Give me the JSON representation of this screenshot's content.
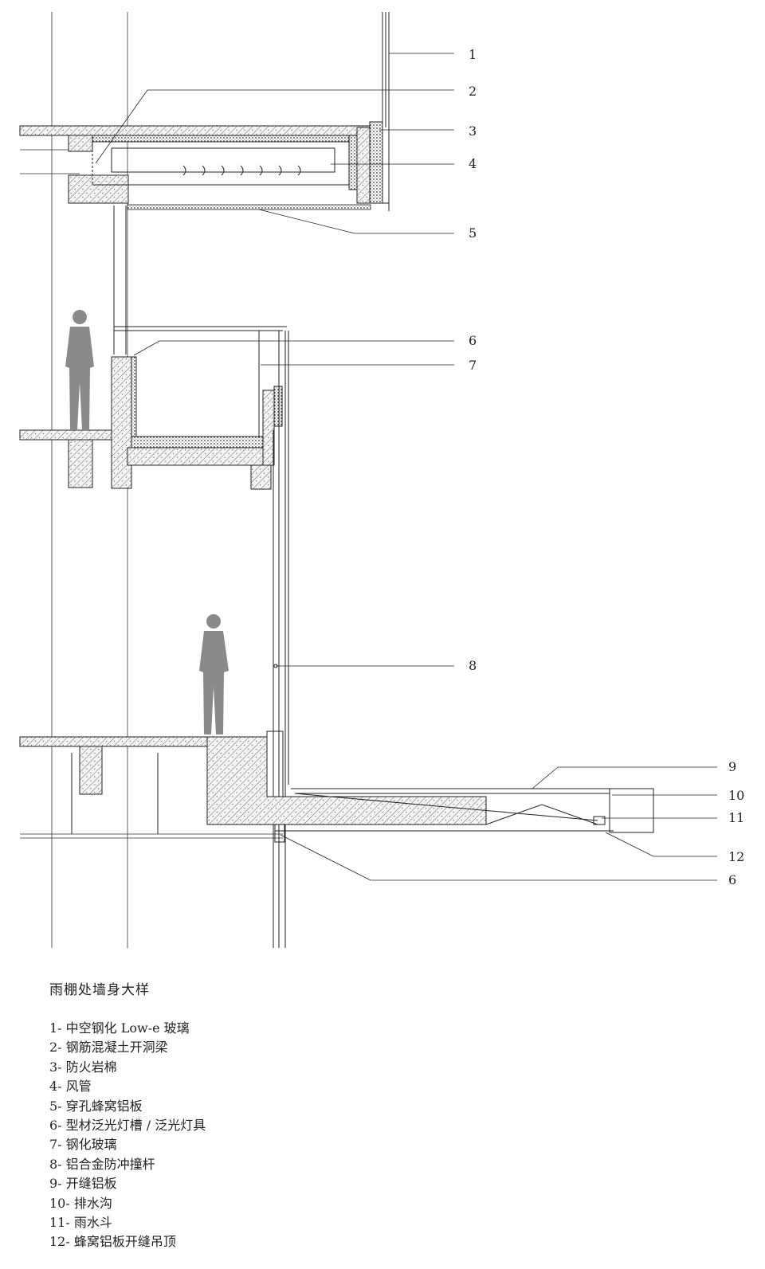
{
  "callouts": [
    "1",
    "2",
    "3",
    "4",
    "5",
    "6",
    "7",
    "8",
    "9",
    "10",
    "11",
    "12",
    "6"
  ],
  "legend": {
    "title": "雨棚处墙身大样",
    "items": [
      "1- 中空钢化 Low-e 玻璃",
      "2- 钢筋混凝土开洞梁",
      "3- 防火岩棉",
      "4- 风管",
      "5- 穿孔蜂窝铝板",
      "6- 型材泛光灯槽 / 泛光灯具",
      "7- 钢化玻璃",
      "8- 铝合金防冲撞杆",
      "9- 开缝铝板",
      "10- 排水沟",
      "11- 雨水斗",
      "12- 蜂窝铝板开缝吊顶"
    ]
  }
}
